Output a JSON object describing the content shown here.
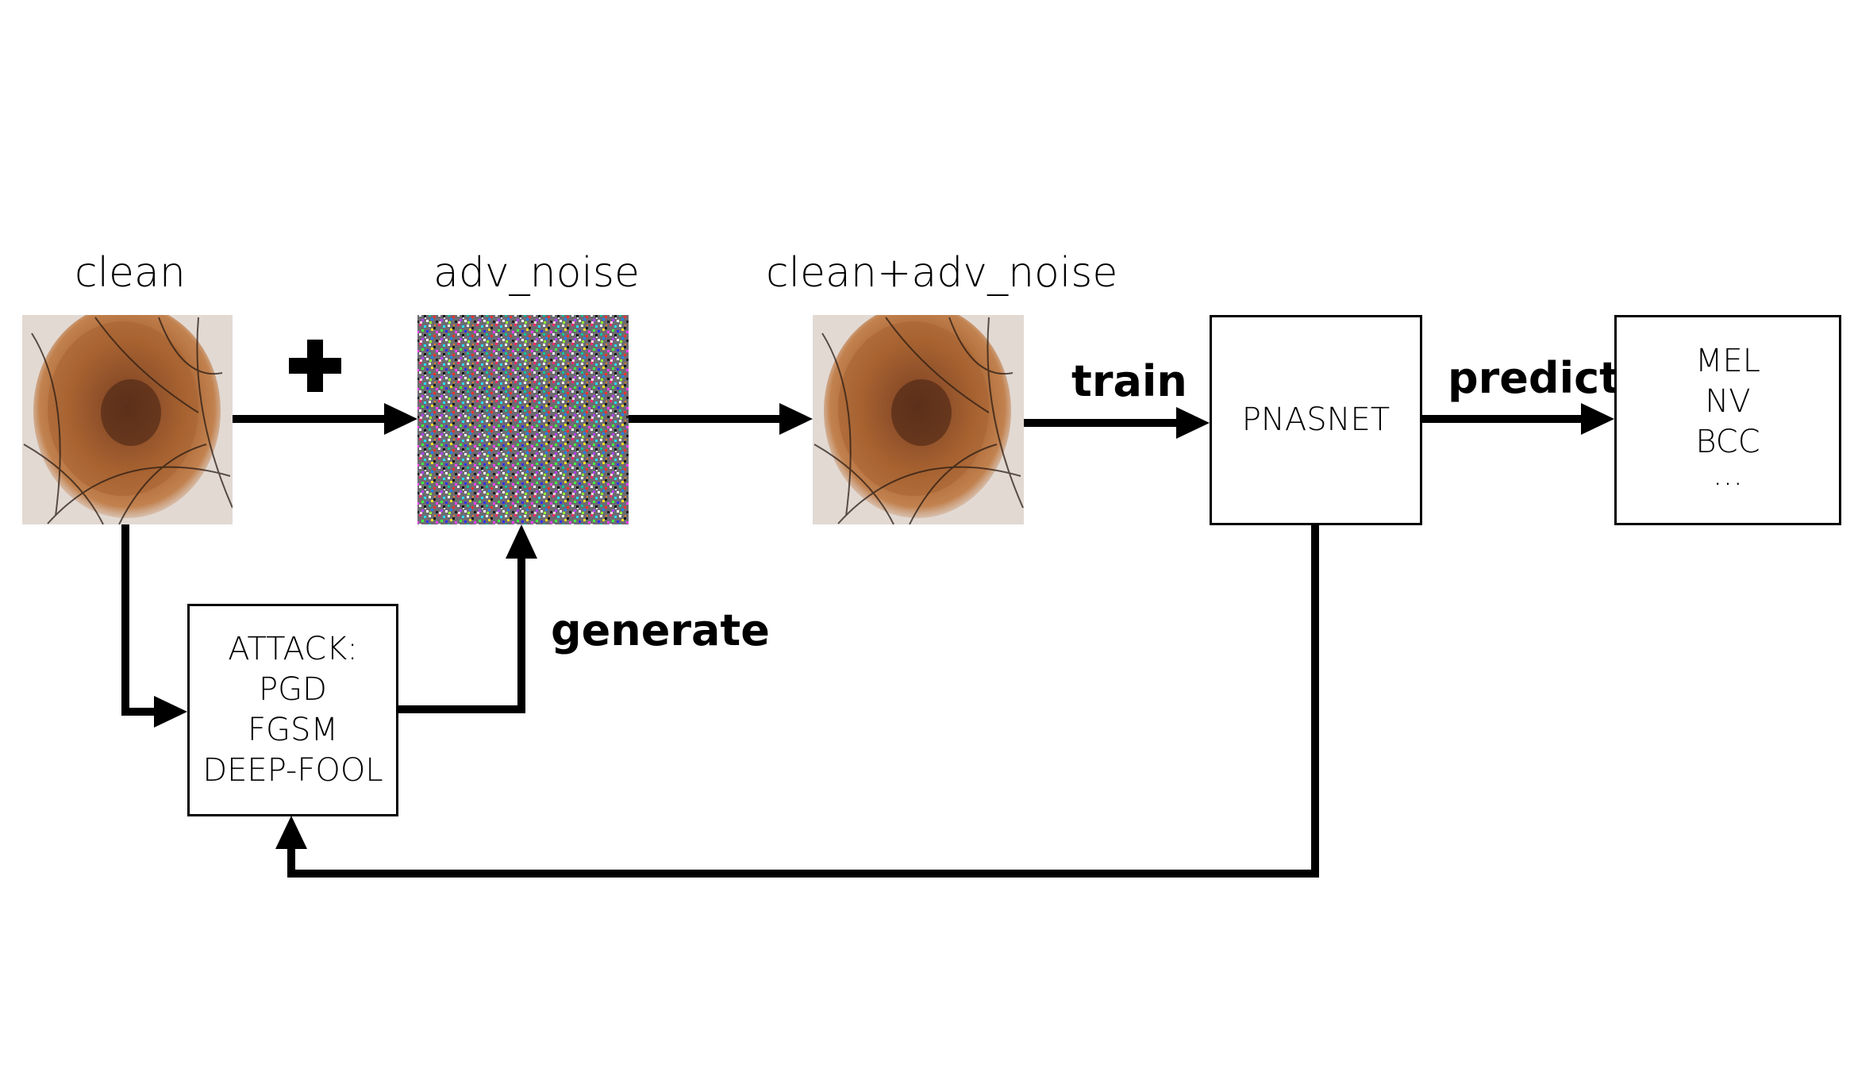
{
  "labels": {
    "clean": "clean",
    "adv_noise": "adv_noise",
    "clean_plus_noise": "clean+adv_noise",
    "train": "train",
    "predict": "predict",
    "generate": "generate"
  },
  "attack_box": {
    "lines": [
      "ATTACK:",
      "PGD",
      "FGSM",
      "DEEP-FOOL"
    ]
  },
  "model_box": {
    "label": "PNASNET"
  },
  "output_box": {
    "lines": [
      "MEL",
      "NV",
      "BCC",
      "..."
    ]
  },
  "colors": {
    "stroke": "#000000",
    "skin": "#e4dcd6",
    "lesion": "#b06a3a",
    "lesion_dark": "#4a2a1a"
  }
}
